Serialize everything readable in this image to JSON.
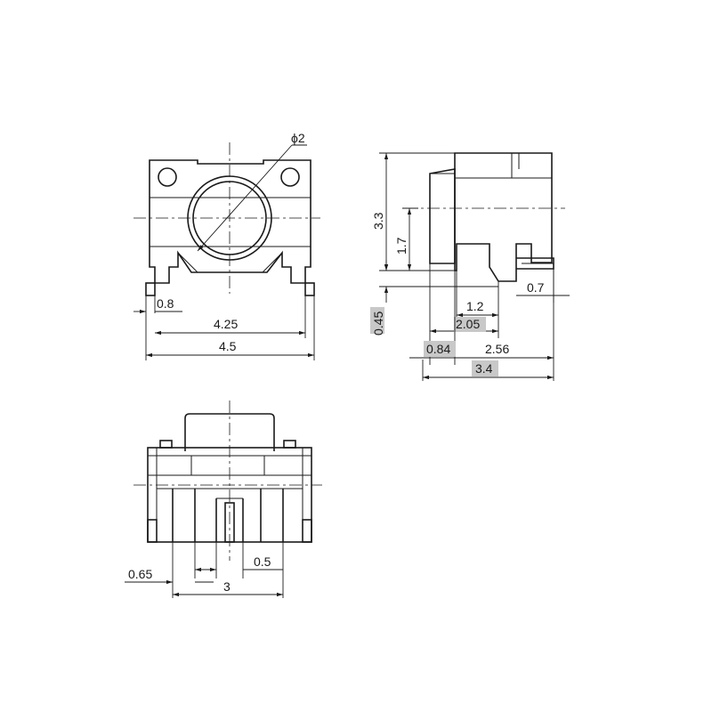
{
  "views": {
    "front": {
      "dims": {
        "diameter": "ϕ2",
        "pin_width": "0.8",
        "inner_width": "4.25",
        "total_width": "4.5"
      }
    },
    "side": {
      "dims": {
        "total_height": "3.3",
        "stem_height": "1.7",
        "standoff": "0.45",
        "pad_width": "0.7",
        "lead_width": "1.2",
        "lead_offset": "2.05",
        "front_offset": "0.84",
        "body_depth": "2.56",
        "total_depth": "3.4"
      }
    },
    "top": {
      "dims": {
        "edge_offset": "0.65",
        "slot_width": "0.5",
        "pitch": "3"
      }
    }
  }
}
